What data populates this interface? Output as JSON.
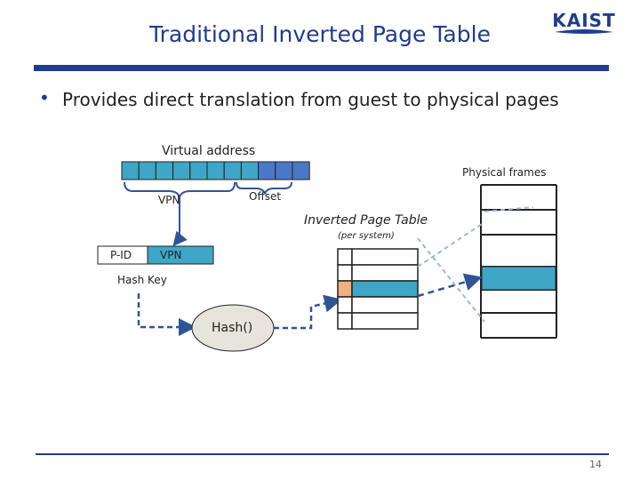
{
  "slide": {
    "title": "Traditional Inverted Page Table",
    "logo_text": "KAIST",
    "bullet_marker": "•",
    "bullet_text": "Provides direct translation from guest to physical pages",
    "page_number": "14"
  },
  "diagram": {
    "virtual_address_label": "Virtual address",
    "vpn_label": "VPN",
    "offset_label": "Offset",
    "physical_frames_label": "Physical frames",
    "inverted_table_label": "Inverted Page Table",
    "inverted_table_sublabel": "(per system)",
    "pid_label": "P-ID",
    "key_vpn_label": "VPN",
    "hash_key_label": "Hash Key",
    "hash_function_label": "Hash()"
  },
  "colors": {
    "brand_blue": "#1f3c8f",
    "vpn_cell_fill": "#3ea6c6",
    "offset_cell_fill": "#4a78c8",
    "highlight_frame_fill": "#3ea6c6",
    "highlight_entry_fill": "#f0b080",
    "hash_node_fill": "#e8e4dc",
    "arrow_color": "#2f5597",
    "light_dashed_color": "#9fb7d9"
  }
}
